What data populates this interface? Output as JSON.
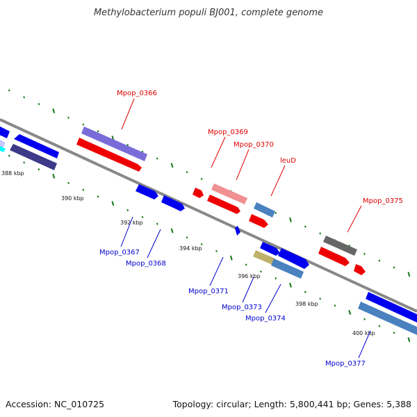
{
  "title": "Methylobacterium populi BJ001, complete genome",
  "footer": {
    "accession": "Accession: NC_010725",
    "summary": "Topology: circular; Length: 5,800,441 bp; Genes: 5,388"
  },
  "colors": {
    "background": "#ffffff",
    "backbone": "#808080",
    "tick": "#117711",
    "label_forward": "#dd0000",
    "label_reverse": "#0000cc"
  },
  "ticks": [
    {
      "label": "388 kbp",
      "kbp": 388
    },
    {
      "label": "390 kbp",
      "kbp": 390
    },
    {
      "label": "392 kbp",
      "kbp": 392
    },
    {
      "label": "394 kbp",
      "kbp": 394
    },
    {
      "label": "396 kbp",
      "kbp": 396
    },
    {
      "label": "398 kbp",
      "kbp": 398
    },
    {
      "label": "400 kbp",
      "kbp": 400
    }
  ],
  "gene_labels": [
    {
      "name": "Mpop_0366",
      "strand": "+"
    },
    {
      "name": "Mpop_0369",
      "strand": "+"
    },
    {
      "name": "Mpop_0370",
      "strand": "+"
    },
    {
      "name": "leuD",
      "strand": "+"
    },
    {
      "name": "Mpop_0375",
      "strand": "+"
    },
    {
      "name": "Mpop_0367",
      "strand": "-"
    },
    {
      "name": "Mpop_0368",
      "strand": "-"
    },
    {
      "name": "Mpop_0371",
      "strand": "-"
    },
    {
      "name": "Mpop_0373",
      "strand": "-"
    },
    {
      "name": "Mpop_0374",
      "strand": "-"
    },
    {
      "name": "Mpop_0377",
      "strand": "-"
    }
  ]
}
